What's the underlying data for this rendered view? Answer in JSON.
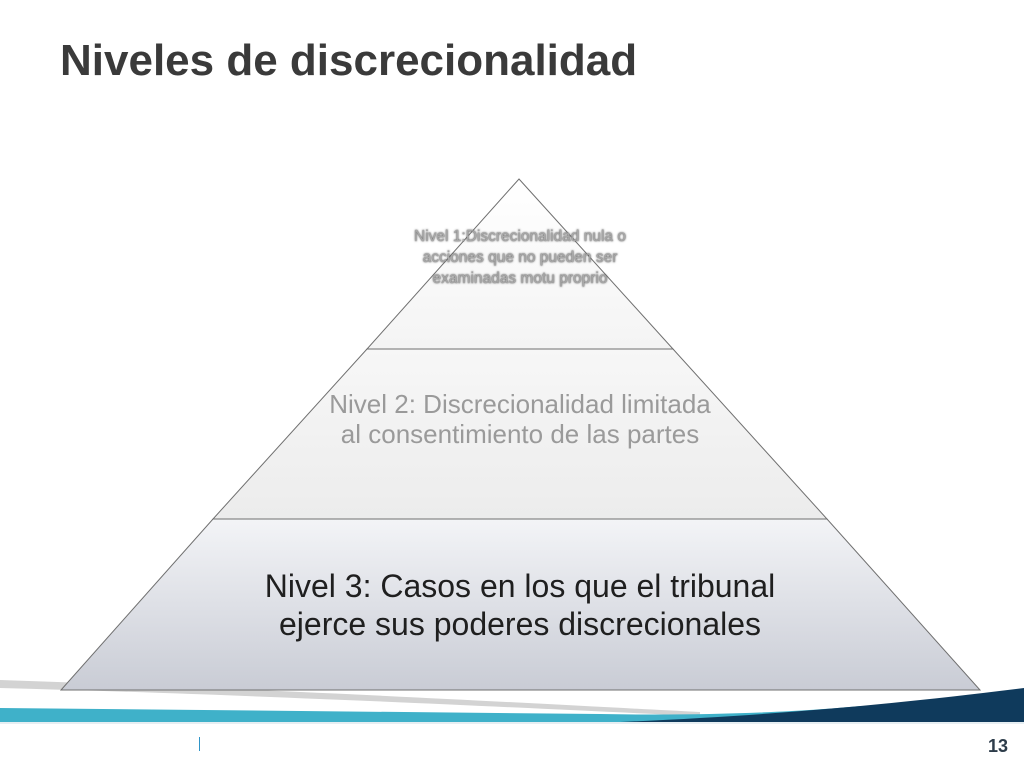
{
  "slide": {
    "title": "Niveles de discrecionalidad",
    "page_number": "13"
  },
  "pyramid": {
    "levels": [
      {
        "label": "Nivel 1:Discrecionalidad nula o acciones que no pueden ser examinadas motu proprio"
      },
      {
        "label": "Nivel 2: Discrecionalidad limitada al consentimiento de las partes"
      },
      {
        "label": "Nivel 3: Casos en los que el tribunal ejerce sus poderes discrecionales"
      }
    ]
  },
  "colors": {
    "title": "#3a3a3a",
    "level_1_text": "#a9a9a9",
    "level_2_text": "#9a9a9a",
    "level_3_text": "#1f1f1f",
    "footer_teal": "#3fb1c9",
    "footer_navy": "#0f3a5c",
    "page_number": "#2d3c4a"
  }
}
